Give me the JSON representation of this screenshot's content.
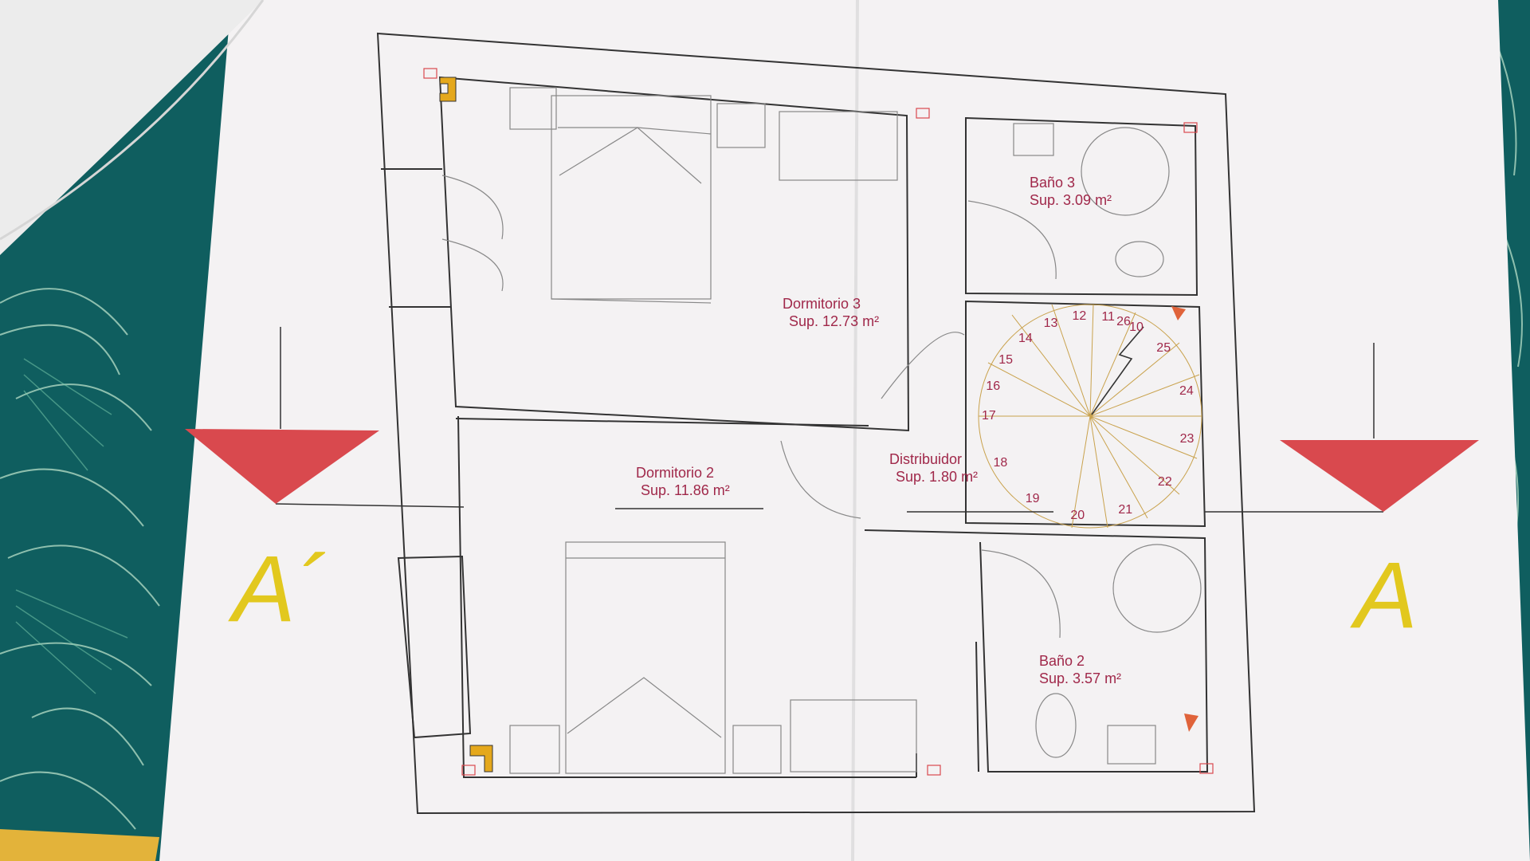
{
  "rooms": {
    "dormitorio3": {
      "name": "Dormitorio 3",
      "area": "Sup. 12.73 m²"
    },
    "dormitorio2": {
      "name": "Dormitorio 2",
      "area": "Sup. 11.86 m²"
    },
    "bano3": {
      "name": "Baño 3",
      "area": "Sup. 3.09 m²"
    },
    "bano2": {
      "name": "Baño 2",
      "area": "Sup. 3.57 m²"
    },
    "distribuidor": {
      "name": "Distribuidor",
      "area": "Sup. 1.80 m²"
    }
  },
  "section_marks": {
    "left": "A´",
    "right": "A"
  },
  "stair_steps": [
    "10",
    "11",
    "12",
    "13",
    "14",
    "15",
    "16",
    "17",
    "18",
    "19",
    "20",
    "21",
    "22",
    "23",
    "24",
    "25",
    "26"
  ],
  "colors": {
    "tablecloth": "#0f5e5f",
    "paper": "#f4f2f3",
    "section_arrow": "#d9494e",
    "section_letter": "#e2c81e",
    "label": "#a0284a",
    "column": "#e5a81c"
  }
}
